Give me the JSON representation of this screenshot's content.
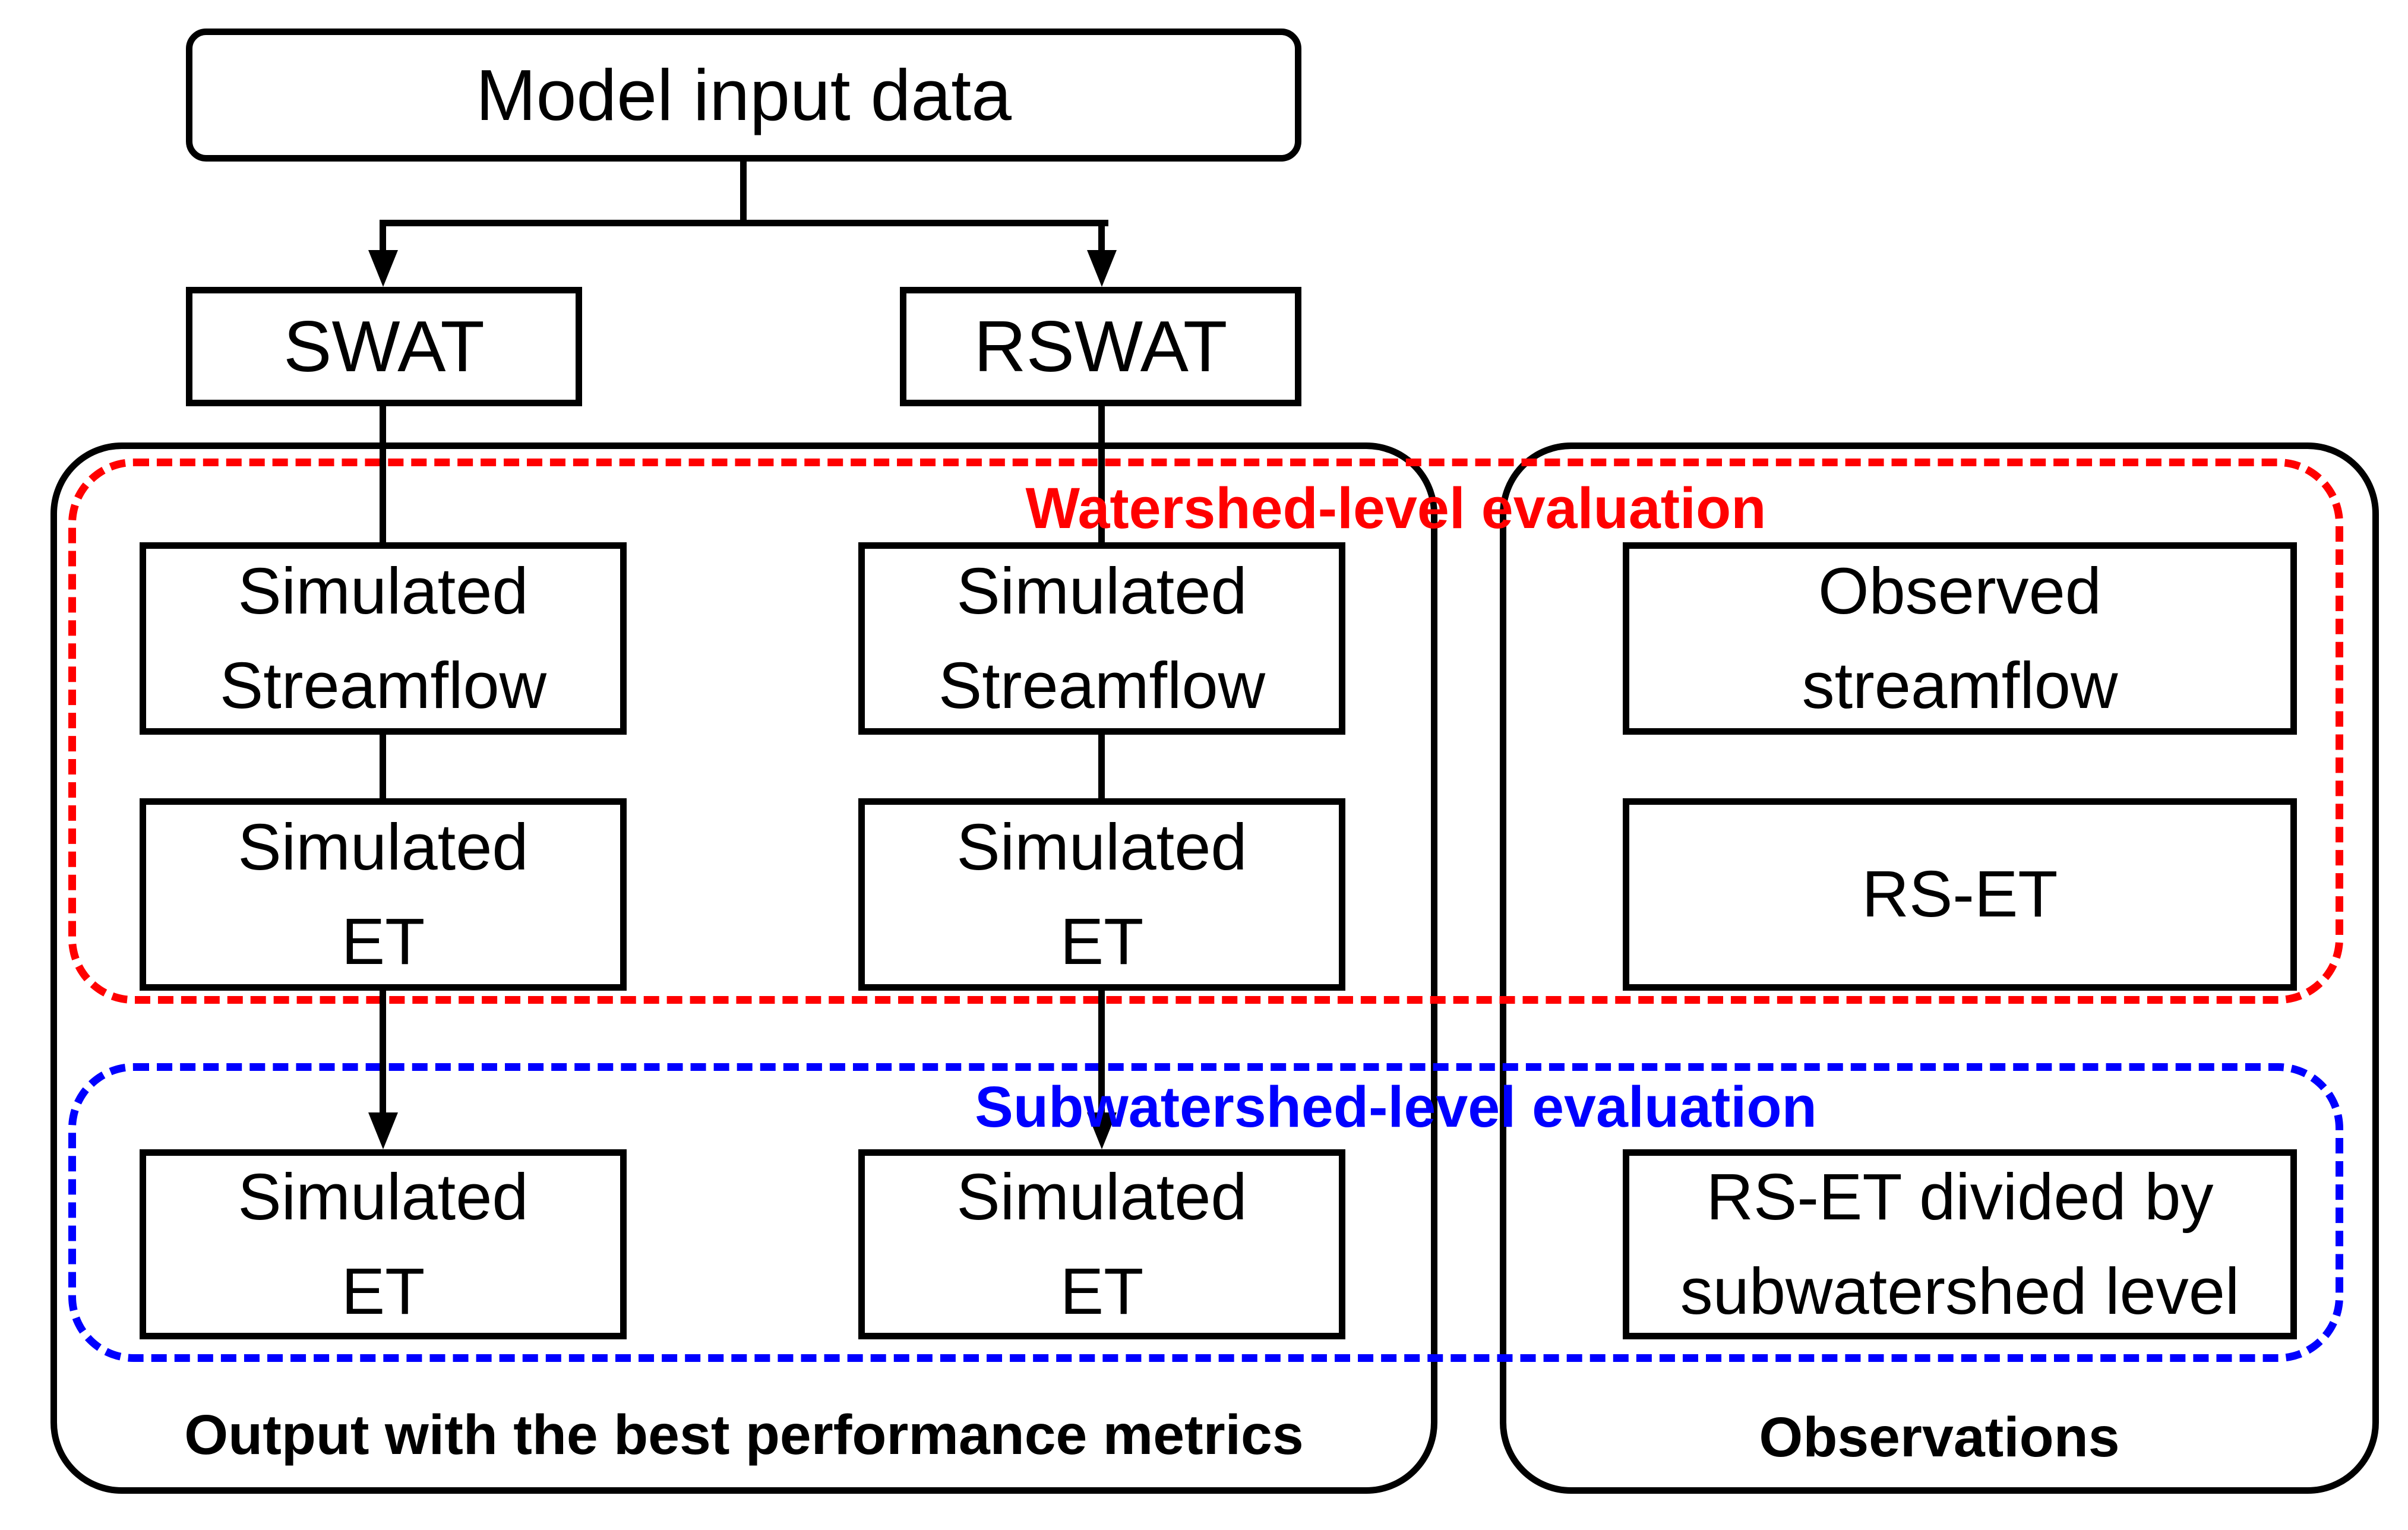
{
  "title_box": {
    "label": "Model input data"
  },
  "models": {
    "swat": "SWAT",
    "rswat": "RSWAT"
  },
  "evaluation_regions": {
    "watershed": {
      "title": "Watershed-level evaluation",
      "color": "#ff0000",
      "border_style": "dashed"
    },
    "subwatershed": {
      "title": "Subwatershed-level evaluation",
      "color": "#0000ff",
      "border_style": "dashed"
    }
  },
  "swat_column": {
    "streamflow": {
      "line1": "Simulated",
      "line2": "Streamflow"
    },
    "et": {
      "line1": "Simulated",
      "line2": "ET"
    },
    "et_sub": {
      "line1": "Simulated",
      "line2": "ET"
    }
  },
  "rswat_column": {
    "streamflow": {
      "line1": "Simulated",
      "line2": "Streamflow"
    },
    "et": {
      "line1": "Simulated",
      "line2": "ET"
    },
    "et_sub": {
      "line1": "Simulated",
      "line2": "ET"
    }
  },
  "observations_column": {
    "streamflow": {
      "line1": "Observed",
      "line2": "streamflow"
    },
    "rs_et": {
      "line1": "RS-ET",
      "line2": ""
    },
    "rs_et_sub": {
      "line1": "RS-ET divided by",
      "line2": "subwatershed level"
    }
  },
  "footers": {
    "outputs": "Output with the best performance metrics",
    "observations": "Observations"
  }
}
